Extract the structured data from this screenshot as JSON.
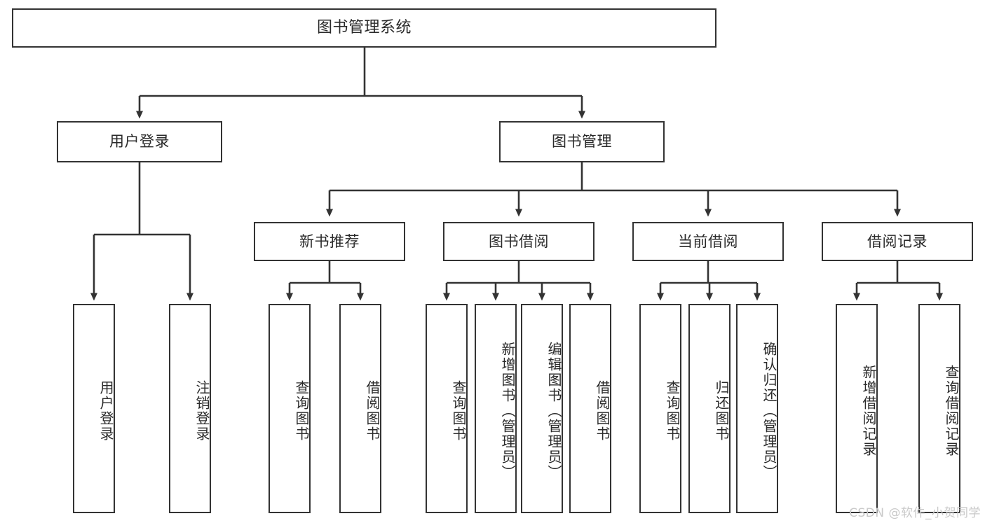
{
  "diagram": {
    "title": "图书管理系统",
    "root": {
      "label": "图书管理系统"
    },
    "level2": [
      {
        "label": "用户登录"
      },
      {
        "label": "图书管理"
      }
    ],
    "level3": [
      {
        "label": "新书推荐"
      },
      {
        "label": "图书借阅"
      },
      {
        "label": "当前借阅"
      },
      {
        "label": "借阅记录"
      }
    ],
    "leaves": {
      "user_login": [
        {
          "label": "用户登录"
        },
        {
          "label": "注销登录"
        }
      ],
      "new_book": [
        {
          "label": "查询图书"
        },
        {
          "label": "借阅图书"
        }
      ],
      "book_borrow": [
        {
          "label": "查询图书"
        },
        {
          "label": "新增图书（管理员）"
        },
        {
          "label": "编辑图书（管理员）"
        },
        {
          "label": "借阅图书"
        }
      ],
      "current_borrow": [
        {
          "label": "查询图书"
        },
        {
          "label": "归还图书"
        },
        {
          "label": "确认归还（管理员）"
        }
      ],
      "borrow_record": [
        {
          "label": "新增借阅记录"
        },
        {
          "label": "查询借阅记录"
        }
      ]
    }
  },
  "watermark": {
    "text": "CSDN @软件_小贺同学"
  },
  "colors": {
    "border": "#333333",
    "text": "#2a2a2a",
    "background": "#ffffff",
    "watermark": "#c9c9c9"
  }
}
